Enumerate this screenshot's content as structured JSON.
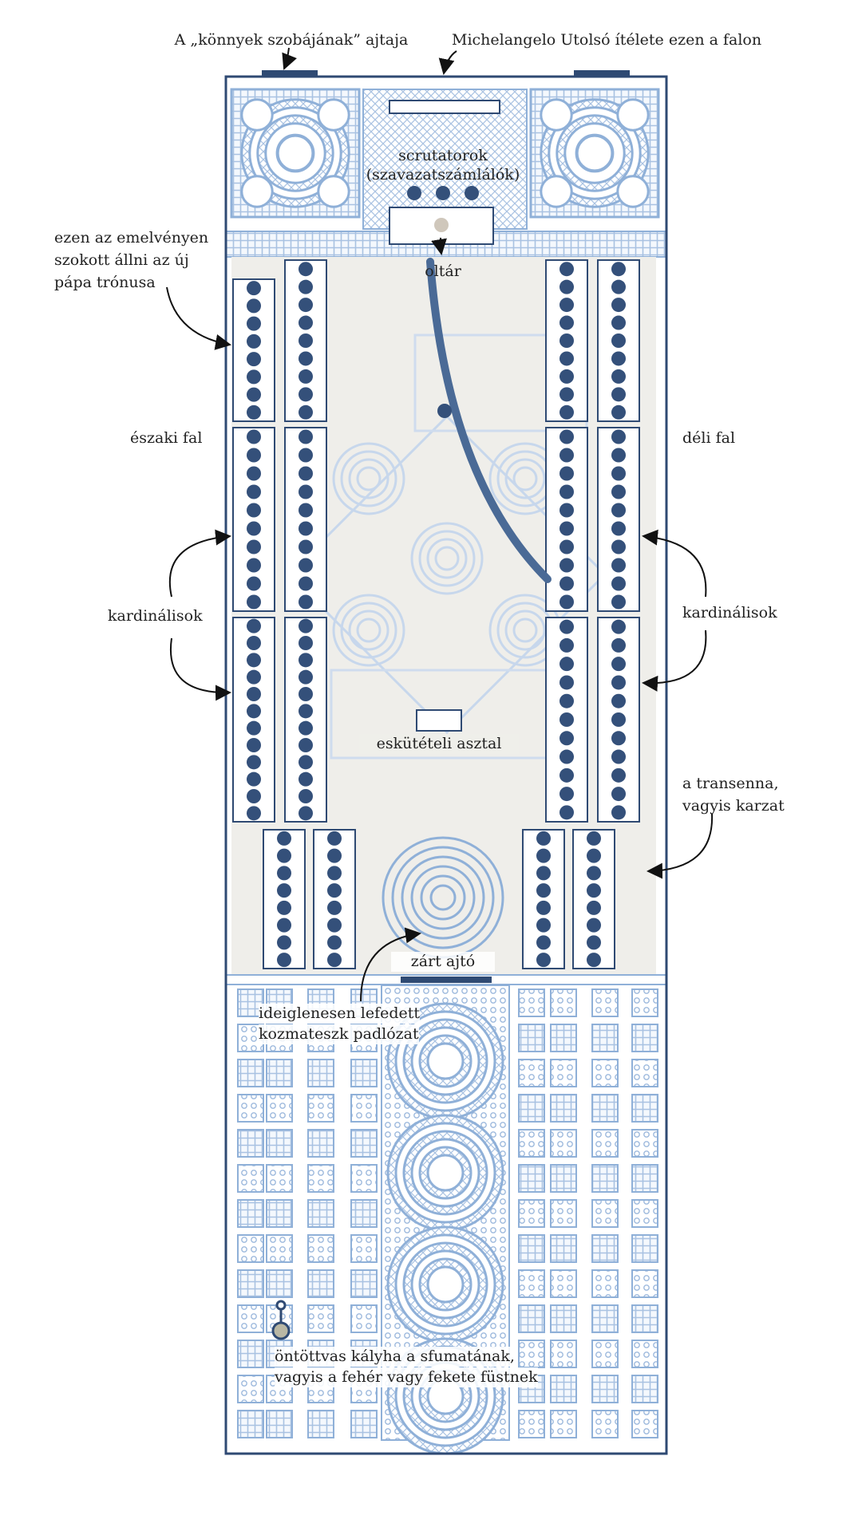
{
  "labels": {
    "tears_room_door": "A „könnyek szobájának” ajtaja",
    "last_judgment": "Michelangelo Utolsó ítélete ezen a falon",
    "scrutators_1": "scrutatorok",
    "scrutators_2": "(szavazatszámlálók)",
    "throne_1": "ezen az emelvényen",
    "throne_2": "szokott állni az új",
    "throne_3": "pápa trónusa",
    "altar": "oltár",
    "north_wall": "északi fal",
    "south_wall": "déli fal",
    "cardinals_left": "kardinálisok",
    "cardinals_right": "kardinálisok",
    "oath_table": "esküt​ételi asztal",
    "transenna_1": "a transenna,",
    "transenna_2": "vagyis karzat",
    "closed_door": "zárt ajtó",
    "floor_1": "ideiglenesen lefedett",
    "floor_2": "kozmateszk padlózat",
    "stove_1": "öntöttvas kályha a sfumatának,",
    "stove_2": "vagyis a fehér vagy fekete füstnek"
  },
  "colors": {
    "wall": "#2f4a73",
    "seat": "#34507a",
    "pattern": "#8fb0d8",
    "pattern_light": "#c9d9ee",
    "floor_cover": "#efeeea",
    "altar_dot": "#cfc7bb"
  },
  "seating": {
    "upper_block_seats_per_bench": 8,
    "middle_block_seats_per_bench": 10,
    "lower_left_block_seats_per_bench": 12,
    "lower_right_block_seats_per_bench": 11,
    "transenna_block_seats_per_bench": 8,
    "scrutator_count": 3
  }
}
